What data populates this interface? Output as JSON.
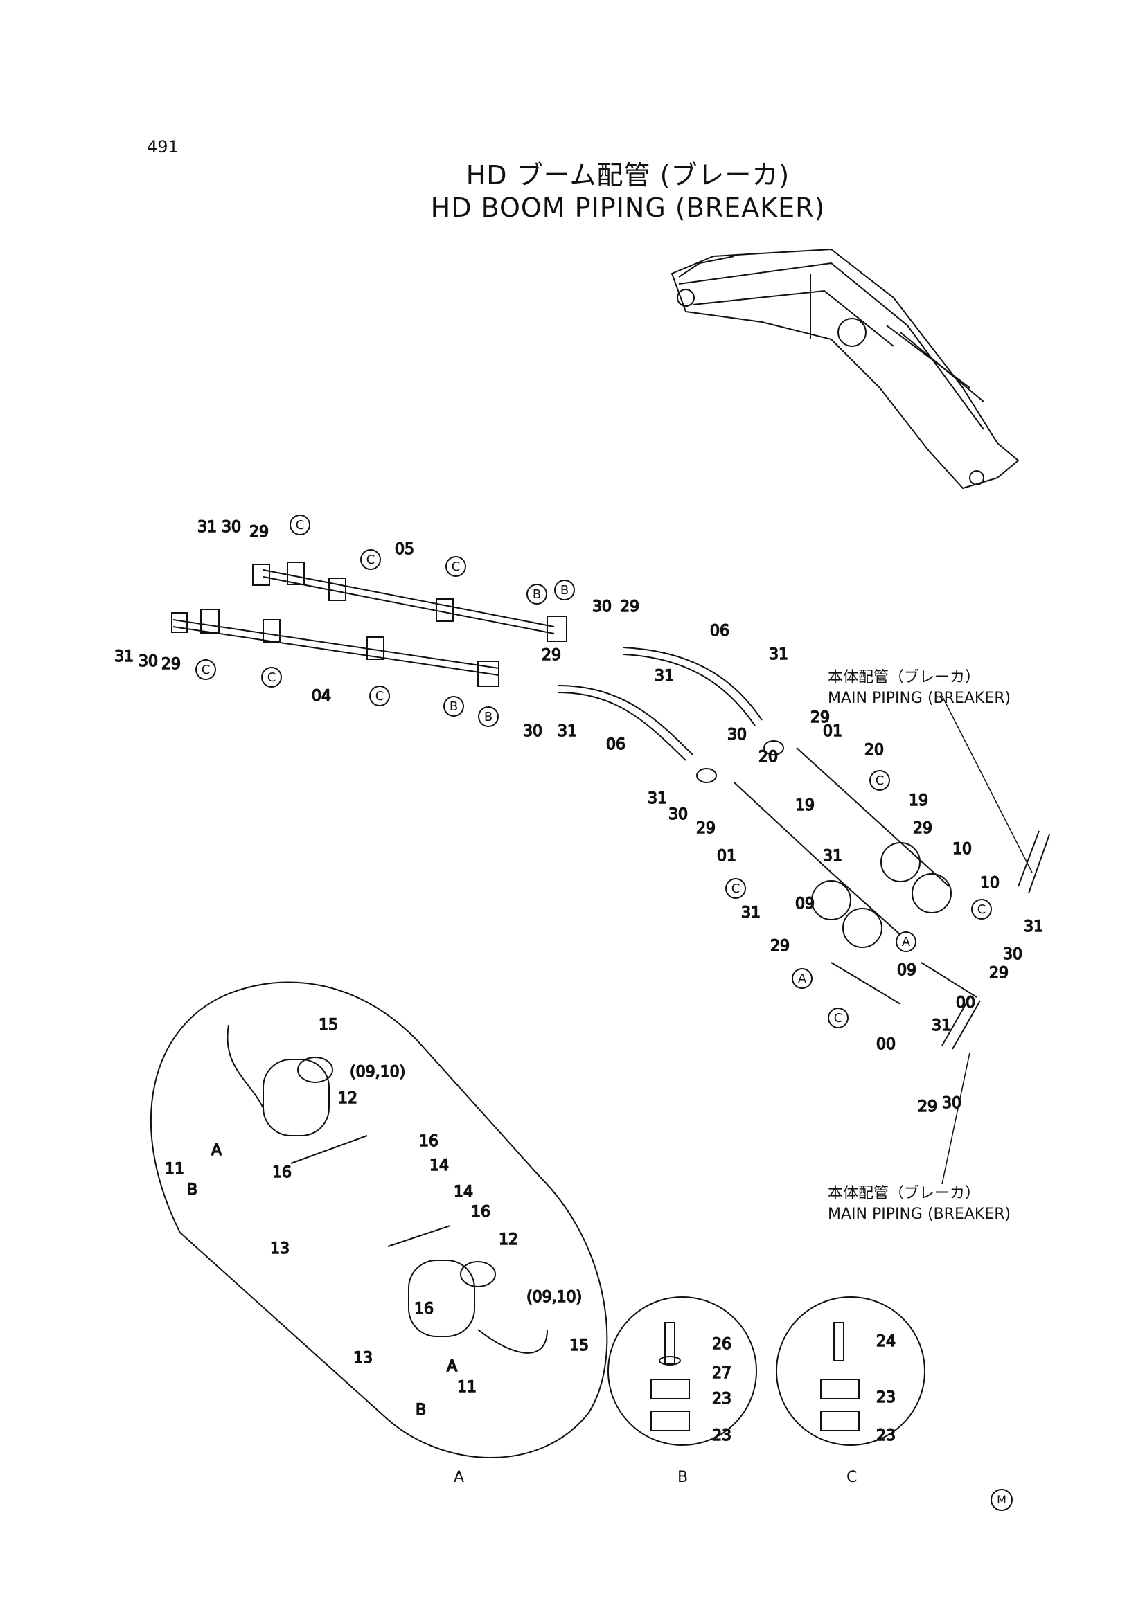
{
  "page_number": "491",
  "title_jp": "HD ブーム配管 (ブレーカ)",
  "title_en": "HD BOOM PIPING (BREAKER)",
  "main_piping_label_jp": "本体配管（ブレーカ）",
  "main_piping_label_en": "MAIN PIPING (BREAKER)",
  "detail_labels": [
    "A",
    "B",
    "C"
  ],
  "corner_mark": "M",
  "part_numbers": [
    "00",
    "01",
    "04",
    "05",
    "06",
    "09",
    "10",
    "11",
    "12",
    "13",
    "14",
    "15",
    "16",
    "19",
    "20",
    "23",
    "24",
    "26",
    "27",
    "29",
    "30",
    "31",
    "(09,10)"
  ]
}
